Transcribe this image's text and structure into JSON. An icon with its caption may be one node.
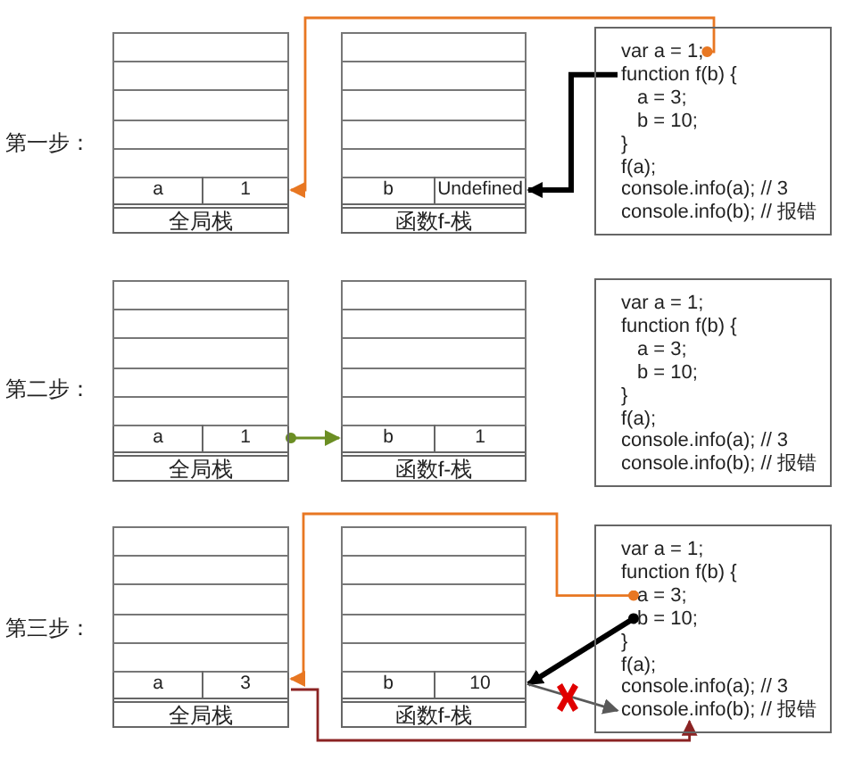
{
  "diagram": {
    "nodes": [
      {
        "text": [
          "全局栈"
        ]
      },
      {
        "text": [],
        "shape": "box",
        "in": 0
      },
      {
        "text": [],
        "shape": "box",
        "in": 0
      },
      {
        "text": [],
        "shape": "box",
        "in": 0
      },
      {
        "text": [],
        "shape": "box",
        "in": 0
      },
      {
        "text": [],
        "shape": "box",
        "in": 0
      },
      {
        "text": [
          "a"
        ],
        "in": 0
      },
      {
        "text": [
          "1"
        ],
        "in": 0
      },
      {
        "text": [
          "函数f-栈"
        ]
      },
      {
        "text": [],
        "shape": "box",
        "in": 8
      },
      {
        "text": [],
        "shape": "box",
        "in": 8
      },
      {
        "text": [],
        "shape": "box",
        "in": 8
      },
      {
        "text": [],
        "shape": "box",
        "in": 8
      },
      {
        "text": [],
        "shape": "box",
        "in": 8
      },
      {
        "text": [
          "b"
        ],
        "in": 8
      },
      {
        "text": [
          "Undefined"
        ],
        "in": 8
      },
      {
        "text": [],
        "shape": "box"
      },
      {
        "text": [
          "var a = 1;"
        ],
        "in": 16
      },
      {
        "text": [
          "function f(b) {"
        ],
        "in": 16
      },
      {
        "text": [
          "a = 3;"
        ],
        "in": 16
      },
      {
        "text": [
          "b = 10;"
        ],
        "in": 16
      },
      {
        "text": [
          "}"
        ],
        "in": 16
      },
      {
        "text": [
          "f(a);"
        ],
        "in": 16
      },
      {
        "text": [
          "console.info(a); // 3"
        ],
        "in": 16
      },
      {
        "text": [
          "console.info(b); // 报错"
        ],
        "in": 16
      },
      {
        "text": [
          "全局栈"
        ]
      },
      {
        "text": [],
        "shape": "box",
        "in": 25
      },
      {
        "text": [],
        "shape": "box",
        "in": 25
      },
      {
        "text": [],
        "shape": "box",
        "in": 25
      },
      {
        "text": [],
        "shape": "box",
        "in": 25
      },
      {
        "text": [],
        "shape": "box",
        "in": 25
      },
      {
        "text": [
          "a"
        ],
        "in": 25
      },
      {
        "text": [
          "1"
        ],
        "in": 25
      },
      {
        "text": [
          "函数f-栈"
        ]
      },
      {
        "text": [],
        "shape": "box",
        "in": 33
      },
      {
        "text": [],
        "shape": "box",
        "in": 33
      },
      {
        "text": [],
        "shape": "box",
        "in": 33
      },
      {
        "text": [],
        "shape": "box",
        "in": 33
      },
      {
        "text": [],
        "shape": "box",
        "in": 33
      },
      {
        "text": [
          "b"
        ],
        "in": 33
      },
      {
        "text": [
          "1"
        ],
        "in": 33
      },
      {
        "text": [],
        "shape": "box"
      },
      {
        "text": [
          "var a = 1;"
        ],
        "in": 41
      },
      {
        "text": [
          "function f(b) {"
        ],
        "in": 41
      },
      {
        "text": [
          "a = 3;"
        ],
        "in": 41
      },
      {
        "text": [
          "b = 10;"
        ],
        "in": 41
      },
      {
        "text": [
          "}"
        ],
        "in": 41
      },
      {
        "text": [
          "f(a);"
        ],
        "in": 41
      },
      {
        "text": [
          "console.info(a); // 3"
        ],
        "in": 41
      },
      {
        "text": [
          "console.info(b); // 报错"
        ],
        "in": 41
      },
      {
        "text": [
          "全局栈"
        ]
      },
      {
        "text": [],
        "shape": "box",
        "in": 50
      },
      {
        "text": [],
        "shape": "box",
        "in": 50
      },
      {
        "text": [],
        "shape": "box",
        "in": 50
      },
      {
        "text": [],
        "shape": "box",
        "in": 50
      },
      {
        "text": [],
        "shape": "box",
        "in": 50
      },
      {
        "text": [
          "a"
        ],
        "in": 50
      },
      {
        "text": [
          "3"
        ],
        "in": 50
      },
      {
        "text": [
          "函数f-栈"
        ]
      },
      {
        "text": [],
        "shape": "box",
        "in": 58
      },
      {
        "text": [],
        "shape": "box",
        "in": 58
      },
      {
        "text": [],
        "shape": "box",
        "in": 58
      },
      {
        "text": [],
        "shape": "box",
        "in": 58
      },
      {
        "text": [],
        "shape": "box",
        "in": 58
      },
      {
        "text": [
          "b"
        ],
        "in": 58
      },
      {
        "text": [
          "10"
        ],
        "in": 58
      },
      {
        "text": [],
        "shape": "box"
      },
      {
        "text": [
          "var a = 1;"
        ],
        "in": 66
      },
      {
        "text": [
          "function f(b) {"
        ],
        "in": 66
      },
      {
        "text": [
          "a = 3;"
        ],
        "in": 66
      },
      {
        "text": [
          "b = 10;"
        ],
        "in": 66
      },
      {
        "text": [
          "}"
        ],
        "in": 66
      },
      {
        "text": [
          "f(a);"
        ],
        "in": 66
      },
      {
        "text": [
          "console.info(a); // 3"
        ],
        "in": 66
      },
      {
        "text": [
          "console.info(b); // 报错"
        ],
        "in": 66
      }
    ],
    "edges": [
      {
        "from": 17,
        "to": 7,
        "arrow": "to",
        "color": "#e87722"
      },
      {
        "from": 18,
        "to": 15,
        "arrow": "to",
        "style": "thick",
        "color": "#000000"
      },
      {
        "from": 32,
        "to": 39,
        "arrow": "to",
        "color": "#6b8e23"
      },
      {
        "from": 69,
        "to": 57,
        "arrow": "to",
        "color": "#e87722"
      },
      {
        "from": 70,
        "to": 65,
        "arrow": "to",
        "style": "thick",
        "color": "#000000"
      },
      {
        "from": 65,
        "to": 74,
        "arrow": "to",
        "color": "#595959"
      },
      {
        "from": 57,
        "to": 74,
        "arrow": "to",
        "color": "#8b2323"
      }
    ],
    "labels": [
      "第一步：",
      "第二步：",
      "第三步："
    ]
  }
}
